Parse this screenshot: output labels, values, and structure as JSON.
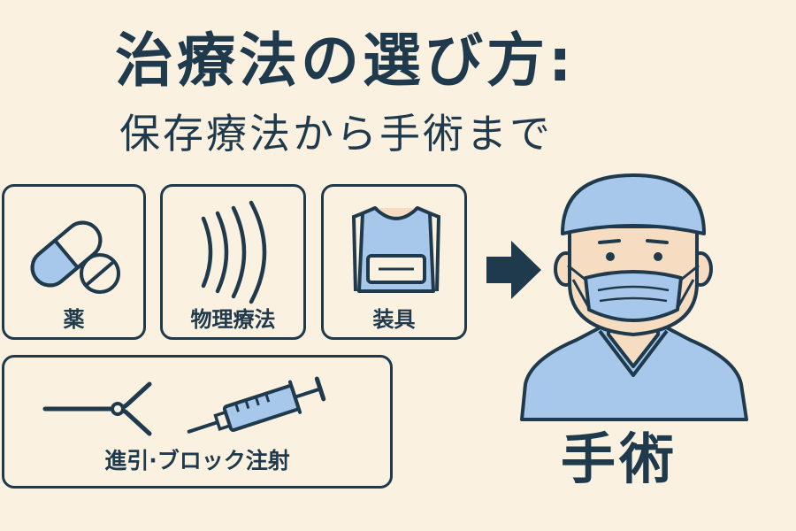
{
  "title": "治療法の選び方:",
  "subtitle": "保存療法から手術まで",
  "cards": {
    "medicine": {
      "label": "薬",
      "icon": "pill-icon"
    },
    "physical_therapy": {
      "label": "物理療法",
      "icon": "waves-icon"
    },
    "brace": {
      "label": "装具",
      "icon": "brace-icon"
    },
    "injection": {
      "label": "進引·ブロック注射",
      "icons": [
        "traction-icon",
        "syringe-icon"
      ]
    }
  },
  "arrow": {
    "icon": "arrow-right-icon"
  },
  "surgery": {
    "label": "手術",
    "icon": "surgeon-icon"
  },
  "colors": {
    "background": "#fbf1e1",
    "ink": "#1f3a4d",
    "accent_blue": "#a7c8ea",
    "skin": "#f6dcc0"
  }
}
